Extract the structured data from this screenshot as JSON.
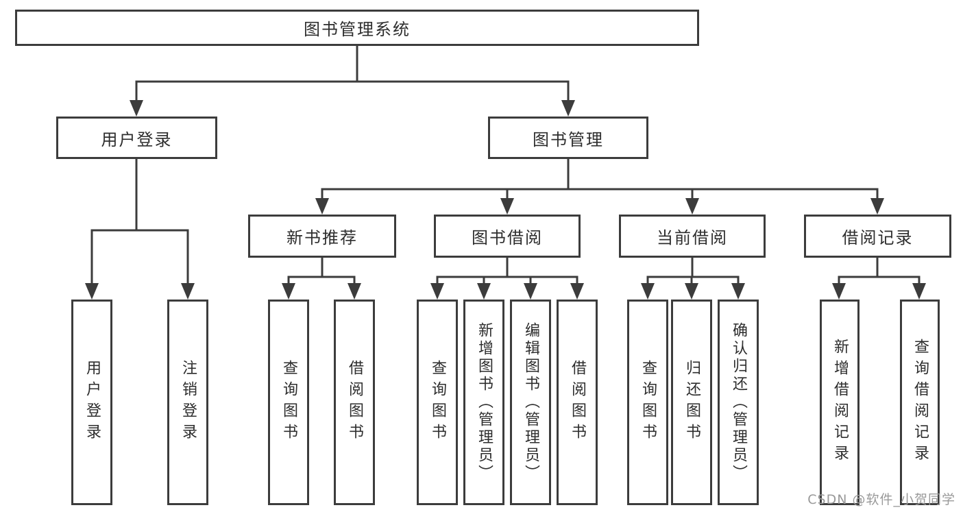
{
  "colors": {
    "background": "#ffffff",
    "line": "#3c3c3c",
    "text": "#2d2d2d",
    "watermark": "#999999"
  },
  "watermark": "CSDN @软件_小贺同学",
  "tree": {
    "root": "图书管理系统",
    "level2": [
      "用户登录",
      "图书管理"
    ],
    "level3": [
      "新书推荐",
      "图书借阅",
      "当前借阅",
      "借阅记录"
    ],
    "leaves": {
      "user_login": [
        "用户登录",
        "注销登录"
      ],
      "new_book_recommend": [
        "查询图书",
        "借阅图书"
      ],
      "book_borrow": [
        "查询图书",
        "新增图书（管理员）",
        "编辑图书（管理员）",
        "借阅图书"
      ],
      "current_borrow": [
        "查询图书",
        "归还图书",
        "确认归还（管理员）"
      ],
      "borrow_records": [
        "新增借阅记录",
        "查询借阅记录"
      ]
    }
  }
}
